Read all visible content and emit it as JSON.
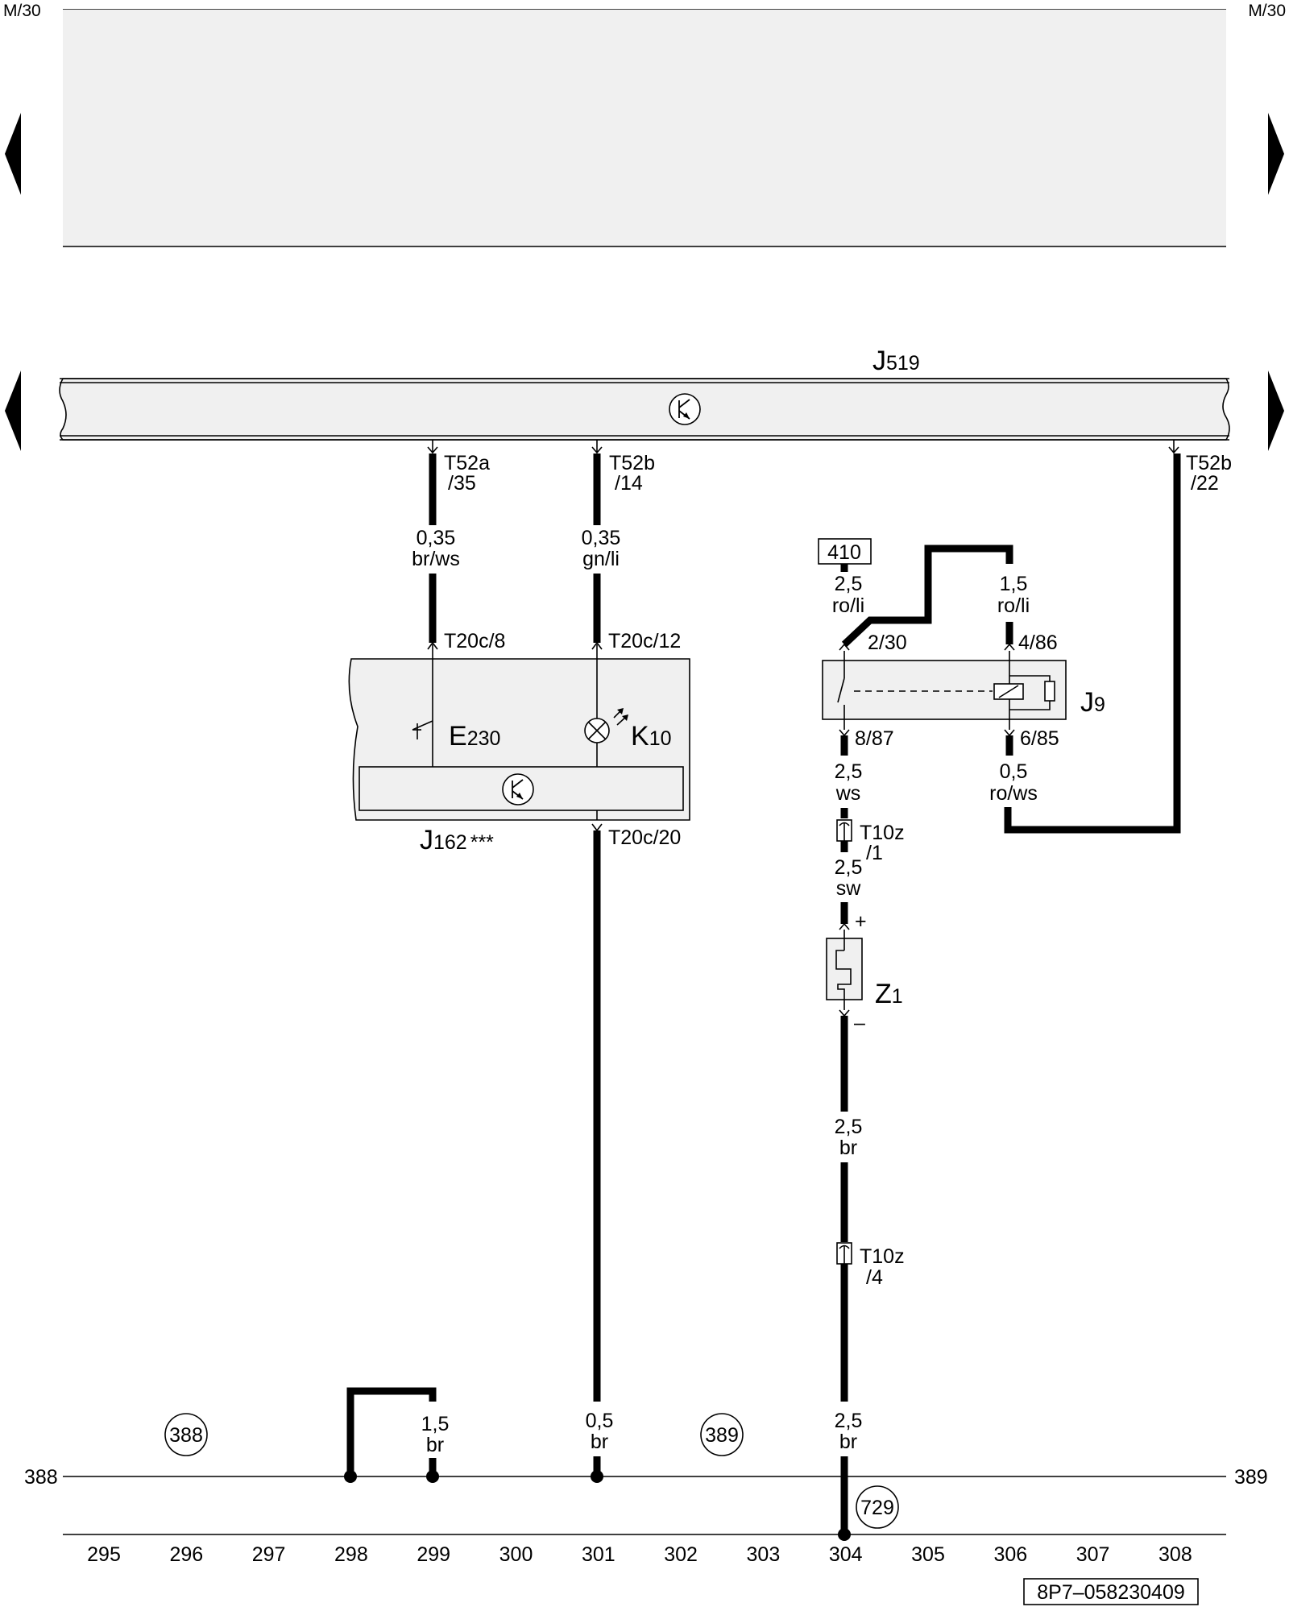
{
  "page": {
    "top_left_ref": "M/30",
    "top_right_ref": "M/30",
    "doc_id": "8P7–058230409"
  },
  "components": {
    "j519": {
      "letter": "J",
      "number": "519"
    },
    "j162": {
      "letter": "J",
      "number": "162",
      "note": "***"
    },
    "e230": {
      "letter": "E",
      "number": "230"
    },
    "k10": {
      "letter": "K",
      "number": "10"
    },
    "j9": {
      "letter": "J",
      "number": "9"
    },
    "z1": {
      "letter": "Z",
      "number": "1",
      "plus": "+",
      "minus": "–"
    }
  },
  "connectors": {
    "t52a_35": {
      "line1": "T52a",
      "line2": "/35"
    },
    "t52b_14": {
      "line1": "T52b",
      "line2": "/14"
    },
    "t52b_22": {
      "line1": "T52b",
      "line2": "/22"
    },
    "t20c_8": "T20c/8",
    "t20c_12": "T20c/12",
    "t20c_20": "T20c/20",
    "j9_2_30": "2/30",
    "j9_4_86": "4/86",
    "j9_8_87": "8/87",
    "j9_6_85": "6/85",
    "t10z_1": {
      "line1": "T10z",
      "line2": "/1"
    },
    "t10z_4": {
      "line1": "T10z",
      "line2": "/4"
    },
    "ref_410": "410"
  },
  "wires": {
    "w1": {
      "size": "0,35",
      "color": "br/ws"
    },
    "w2": {
      "size": "0,35",
      "color": "gn/li"
    },
    "w3": {
      "size": "2,5",
      "color": "ro/li"
    },
    "w4": {
      "size": "1,5",
      "color": "ro/li"
    },
    "w5": {
      "size": "2,5",
      "color": "ws"
    },
    "w6": {
      "size": "0,5",
      "color": "ro/ws"
    },
    "w7": {
      "size": "2,5",
      "color": "sw"
    },
    "w8": {
      "size": "2,5",
      "color": "br"
    },
    "w9": {
      "size": "1,5",
      "color": "br"
    },
    "w10": {
      "size": "0,5",
      "color": "br"
    },
    "w11": {
      "size": "2,5",
      "color": "br"
    }
  },
  "ground": {
    "left_ref": "388",
    "right_ref": "389",
    "circle_388": "388",
    "circle_389": "389",
    "circle_729": "729"
  },
  "columns": [
    "295",
    "296",
    "297",
    "298",
    "299",
    "300",
    "301",
    "302",
    "303",
    "304",
    "305",
    "306",
    "307",
    "308"
  ]
}
